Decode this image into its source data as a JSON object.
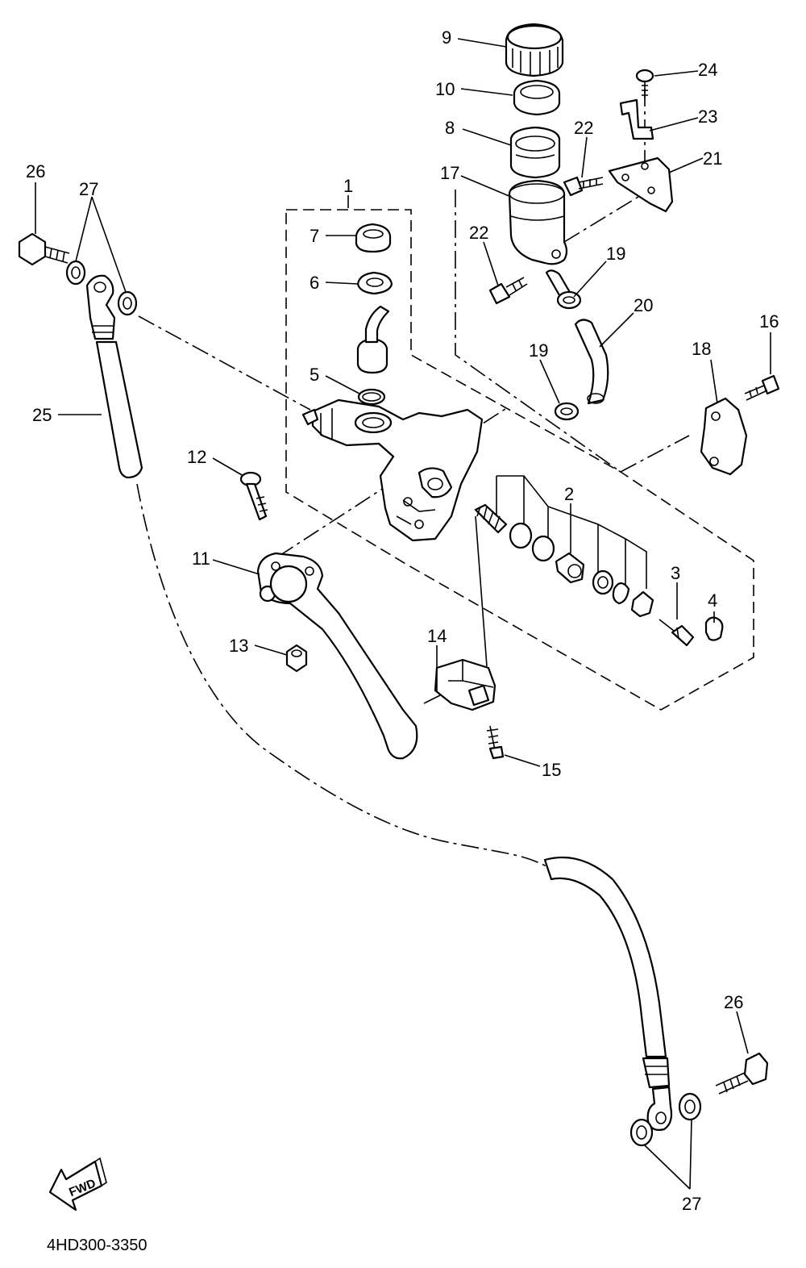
{
  "diagram": {
    "drawing_code": "4HD300-3350",
    "direction_label": "FWD",
    "callouts": [
      {
        "id": "c1",
        "text": "1"
      },
      {
        "id": "c2",
        "text": "2"
      },
      {
        "id": "c3",
        "text": "3"
      },
      {
        "id": "c4",
        "text": "4"
      },
      {
        "id": "c5",
        "text": "5"
      },
      {
        "id": "c6",
        "text": "6"
      },
      {
        "id": "c7",
        "text": "7"
      },
      {
        "id": "c8",
        "text": "8"
      },
      {
        "id": "c9",
        "text": "9"
      },
      {
        "id": "c10",
        "text": "10"
      },
      {
        "id": "c11",
        "text": "11"
      },
      {
        "id": "c12",
        "text": "12"
      },
      {
        "id": "c13",
        "text": "13"
      },
      {
        "id": "c14",
        "text": "14"
      },
      {
        "id": "c15",
        "text": "15"
      },
      {
        "id": "c16",
        "text": "16"
      },
      {
        "id": "c17",
        "text": "17"
      },
      {
        "id": "c18",
        "text": "18"
      },
      {
        "id": "c19a",
        "text": "19"
      },
      {
        "id": "c19b",
        "text": "19"
      },
      {
        "id": "c20",
        "text": "20"
      },
      {
        "id": "c21",
        "text": "21"
      },
      {
        "id": "c22a",
        "text": "22"
      },
      {
        "id": "c22b",
        "text": "22"
      },
      {
        "id": "c23",
        "text": "23"
      },
      {
        "id": "c24",
        "text": "24"
      },
      {
        "id": "c25",
        "text": "25"
      },
      {
        "id": "c26a",
        "text": "26"
      },
      {
        "id": "c26b",
        "text": "26"
      },
      {
        "id": "c27a",
        "text": "27"
      },
      {
        "id": "c27b",
        "text": "27"
      }
    ]
  }
}
